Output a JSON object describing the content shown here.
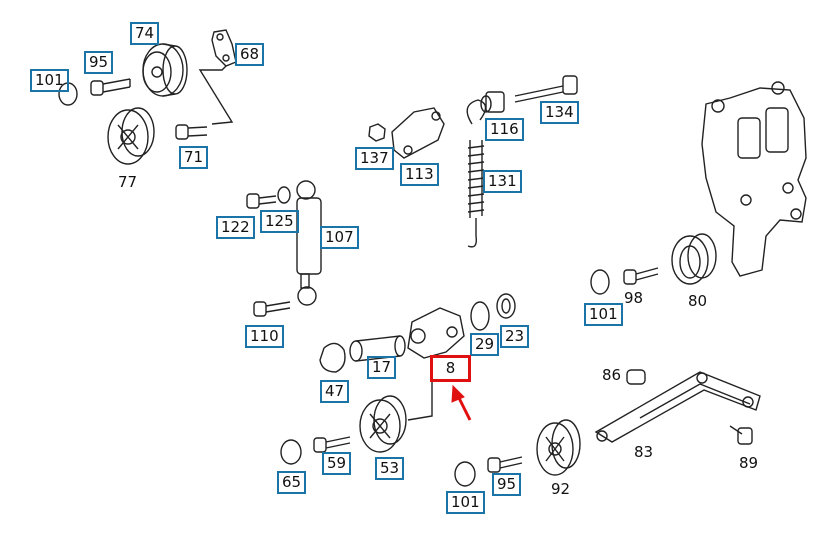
{
  "callouts": {
    "c74": "74",
    "c95a": "95",
    "c68": "68",
    "c101a": "101",
    "c71": "71",
    "c77": "77",
    "c137": "137",
    "c113": "113",
    "c116": "116",
    "c134": "134",
    "c131": "131",
    "c122": "122",
    "c125": "125",
    "c107": "107",
    "c110": "110",
    "c98": "98",
    "c80": "80",
    "c101b": "101",
    "c17": "17",
    "c47": "47",
    "c29": "29",
    "c23": "23",
    "c8": "8",
    "c86": "86",
    "c83": "83",
    "c89": "89",
    "c59": "59",
    "c53": "53",
    "c65": "65",
    "c101c": "101",
    "c95b": "95",
    "c92": "92"
  },
  "colors": {
    "callout_border": "#1b74a8",
    "highlight_border": "#e01010",
    "arrow": "#e01010"
  }
}
